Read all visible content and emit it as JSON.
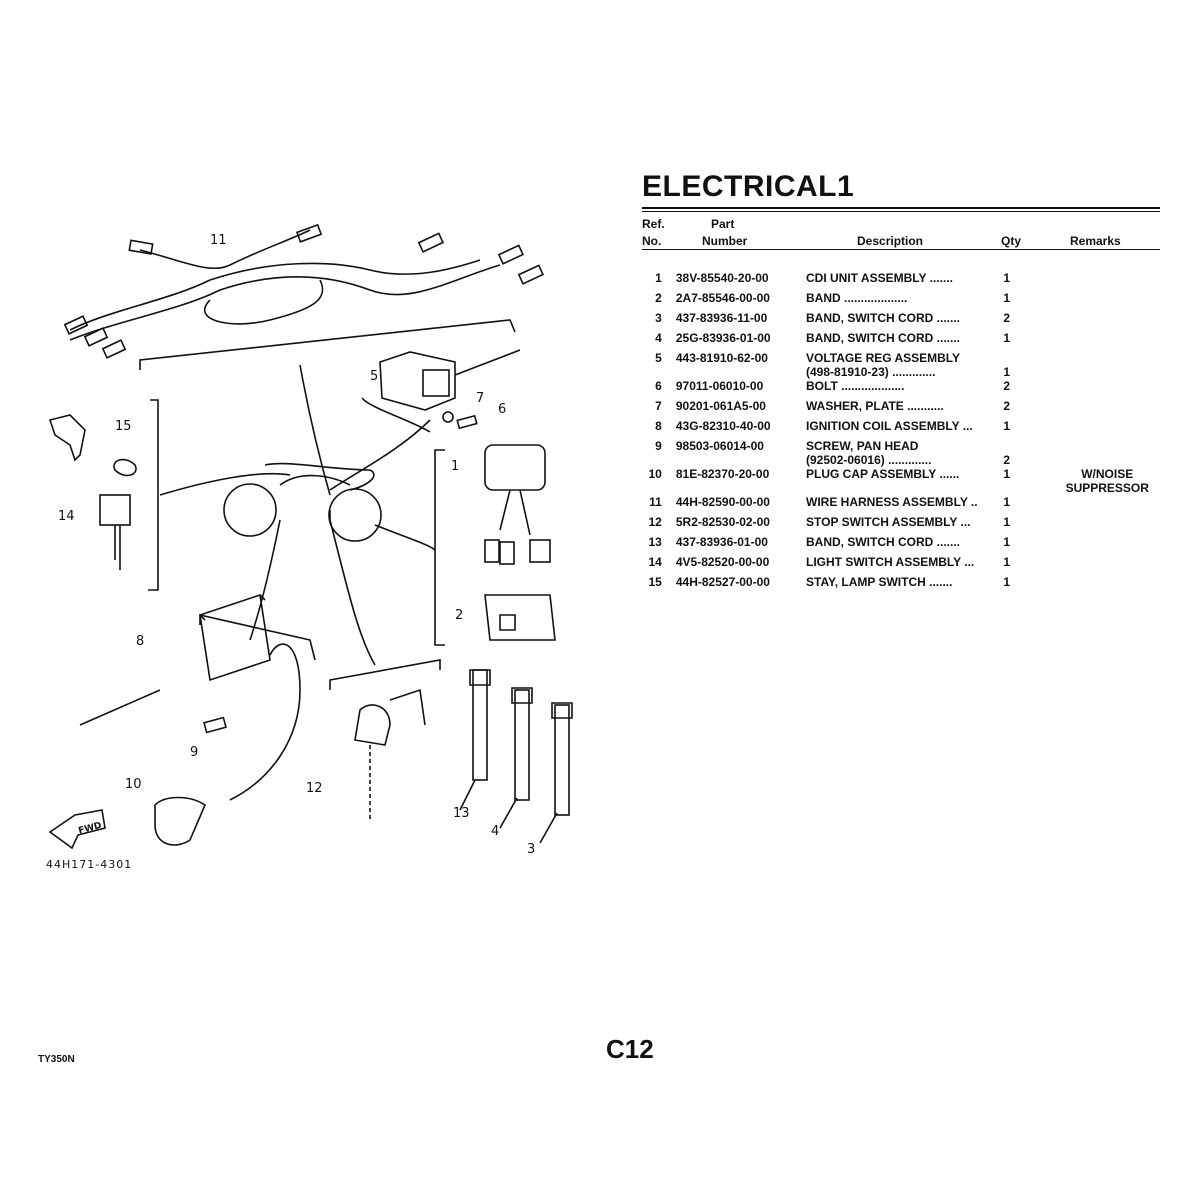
{
  "title": "ELECTRICAL1",
  "headers": {
    "ref_top": "Ref.",
    "ref_bottom": "No.",
    "part_top": "Part",
    "part_bottom": "Number",
    "description": "Description",
    "qty": "Qty",
    "remarks": "Remarks"
  },
  "parts": [
    {
      "ref": "1",
      "number": "38V-85540-20-00",
      "desc": "CDI UNIT ASSEMBLY  .......",
      "desc2": "",
      "qty": "1",
      "remarks": ""
    },
    {
      "ref": "2",
      "number": "2A7-85546-00-00",
      "desc": "BAND  ...................",
      "desc2": "",
      "qty": "1",
      "remarks": ""
    },
    {
      "ref": "3",
      "number": "437-83936-11-00",
      "desc": "BAND, SWITCH CORD  .......",
      "desc2": "",
      "qty": "2",
      "remarks": ""
    },
    {
      "ref": "4",
      "number": "25G-83936-01-00",
      "desc": "BAND, SWITCH CORD  .......",
      "desc2": "",
      "qty": "1",
      "remarks": ""
    },
    {
      "ref": "5",
      "number": "443-81910-62-00",
      "desc": "VOLTAGE REG ASSEMBLY",
      "desc2": "(498-81910-23)  .............",
      "qty": "1",
      "remarks": ""
    },
    {
      "ref": "6",
      "number": "97011-06010-00",
      "desc": "BOLT  ...................",
      "desc2": "",
      "qty": "2",
      "remarks": ""
    },
    {
      "ref": "7",
      "number": "90201-061A5-00",
      "desc": "WASHER, PLATE  ...........",
      "desc2": "",
      "qty": "2",
      "remarks": ""
    },
    {
      "ref": "8",
      "number": "43G-82310-40-00",
      "desc": "IGNITION COIL ASSEMBLY  ...",
      "desc2": "",
      "qty": "1",
      "remarks": ""
    },
    {
      "ref": "9",
      "number": "98503-06014-00",
      "desc": "SCREW, PAN HEAD",
      "desc2": "(92502-06016)  .............",
      "qty": "2",
      "remarks": ""
    },
    {
      "ref": "10",
      "number": "81E-82370-20-00",
      "desc": "PLUG CAP ASSEMBLY  ......",
      "desc2": "",
      "qty": "1",
      "remarks": "W/NOISE SUPPRESSOR"
    },
    {
      "ref": "11",
      "number": "44H-82590-00-00",
      "desc": "WIRE HARNESS ASSEMBLY  ..",
      "desc2": "",
      "qty": "1",
      "remarks": ""
    },
    {
      "ref": "12",
      "number": "5R2-82530-02-00",
      "desc": "STOP SWITCH ASSEMBLY  ...",
      "desc2": "",
      "qty": "1",
      "remarks": ""
    },
    {
      "ref": "13",
      "number": "437-83936-01-00",
      "desc": "BAND, SWITCH CORD  .......",
      "desc2": "",
      "qty": "1",
      "remarks": ""
    },
    {
      "ref": "14",
      "number": "4V5-82520-00-00",
      "desc": "LIGHT SWITCH ASSEMBLY  ...",
      "desc2": "",
      "qty": "1",
      "remarks": ""
    },
    {
      "ref": "15",
      "number": "44H-82527-00-00",
      "desc": "STAY, LAMP SWITCH  .......",
      "desc2": "",
      "qty": "1",
      "remarks": ""
    }
  ],
  "diagram": {
    "callouts": [
      "1",
      "2",
      "3",
      "4",
      "5",
      "6",
      "7",
      "8",
      "9",
      "10",
      "11",
      "12",
      "13",
      "14",
      "15"
    ],
    "fwd_label": "FWD",
    "drawing_code": "44H171-4301"
  },
  "footer": {
    "page": "C12",
    "model": "TY350N"
  }
}
